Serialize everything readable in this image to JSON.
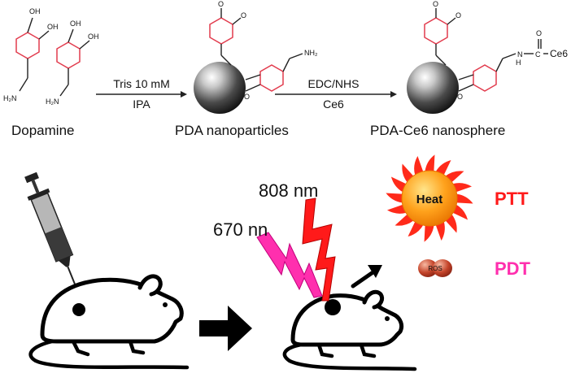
{
  "top": {
    "dopamine": {
      "caption": "Dopamine",
      "hydroxyl": "OH",
      "amine": "H₂N"
    },
    "step1": {
      "above": "Tris 10 mM",
      "below": "IPA"
    },
    "pda": {
      "caption": "PDA nanoparticles",
      "amine": "NH₂"
    },
    "step2": {
      "above": "EDC/NHS",
      "below": "Ce6"
    },
    "conjugate": {
      "caption": "PDA-Ce6 nanosphere",
      "group": "Ce6",
      "nh": "N",
      "h": "H",
      "c": "C"
    }
  },
  "bottom": {
    "laser_808": "808 nm",
    "laser_670": "670 nn",
    "heat_label": "Heat",
    "ros_label": "ROS",
    "ptt_label": "PTT",
    "pdt_label": "PDT"
  },
  "colors": {
    "ring": "#e23b4d",
    "laser_808": "#ff1a1a",
    "laser_670": "#ff2fae",
    "ptt": "#ff1a1a",
    "pdt": "#ff2fae",
    "sun_rays": "#ff2a1a",
    "sun_core": "#ffa21c",
    "ros": "#c4442a"
  },
  "icons": [
    "syringe-icon",
    "mouse-icon",
    "lightning-bolt-icon",
    "sun-icon",
    "ros-sphere-icon",
    "arrow-icon"
  ]
}
